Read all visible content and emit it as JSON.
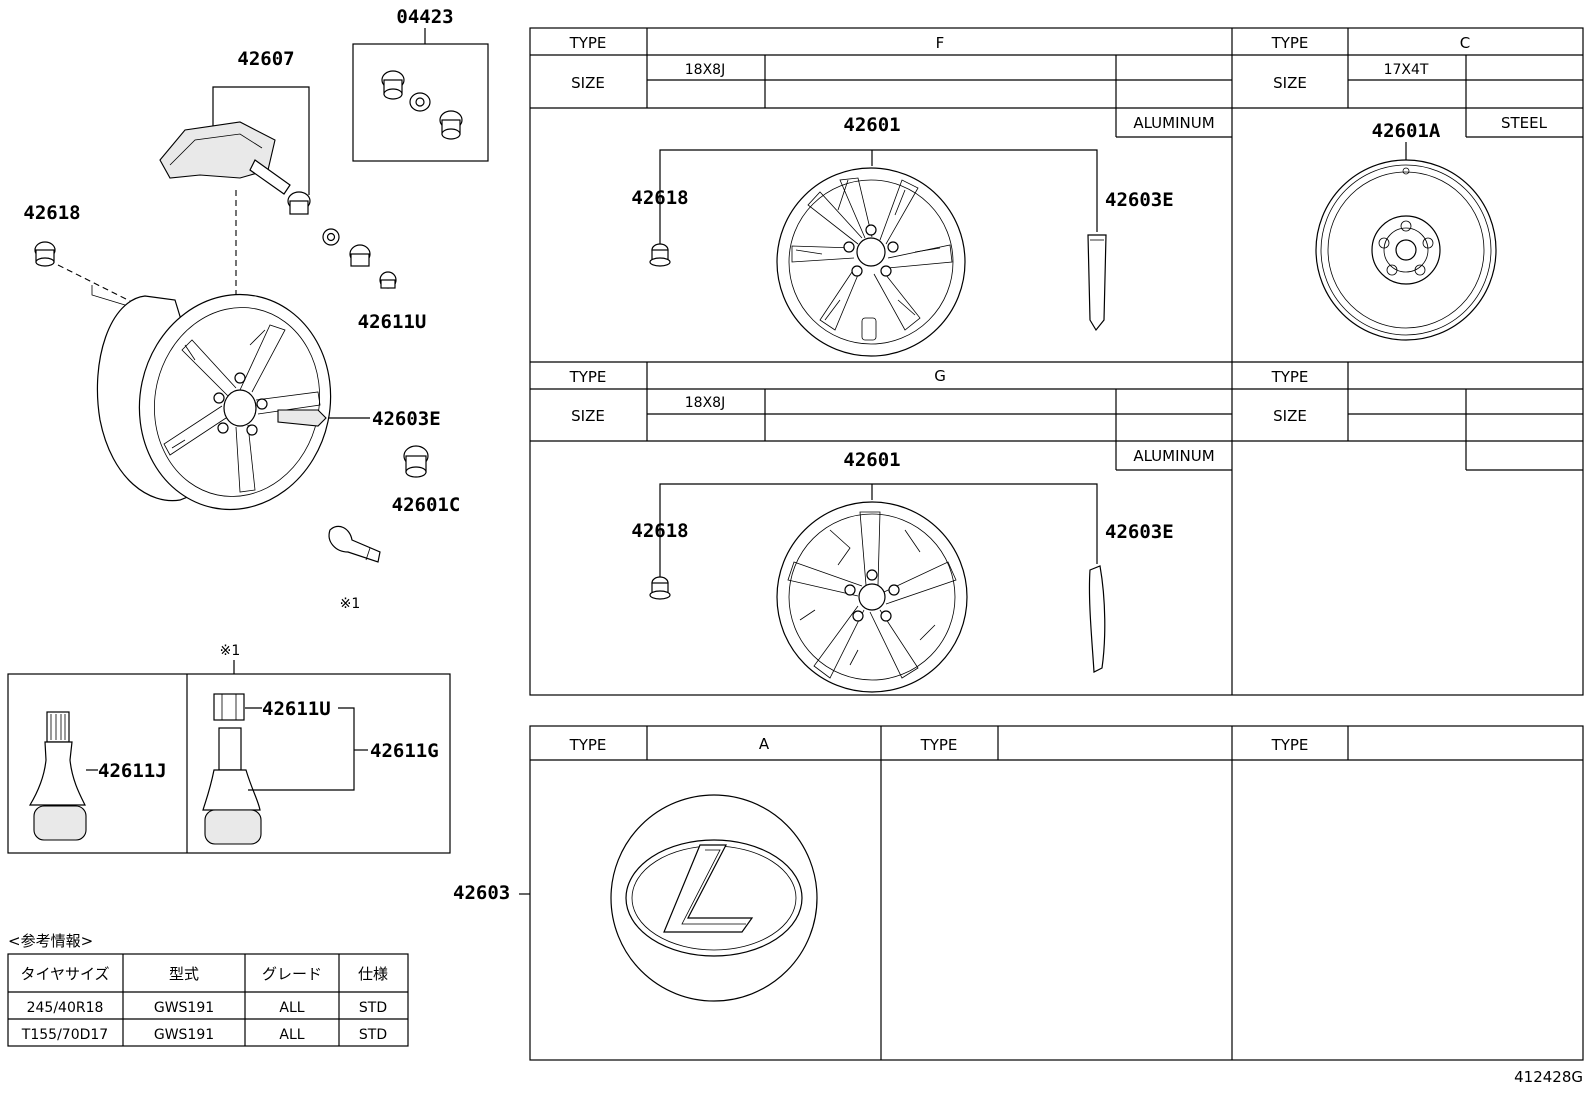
{
  "parts": {
    "p04423": "04423",
    "p42607": "42607",
    "p42618_left": "42618",
    "p42611U_top": "42611U",
    "p42603E_left": "42603E",
    "p42601C": "42601C",
    "note1_valve": "※1",
    "note1_box": "※1",
    "p42611J": "42611J",
    "p42611U_box": "42611U",
    "p42611G": "42611G",
    "p42601_F": "42601",
    "p42618_F": "42618",
    "p42603E_F": "42603E",
    "p42601A": "42601A",
    "p42601_G": "42601",
    "p42618_G": "42618",
    "p42603E_G": "42603E",
    "p42603": "42603"
  },
  "panels": {
    "type_label": "TYPE",
    "size_label": "SIZE",
    "F": {
      "type": "F",
      "size": "18X8J",
      "material": "ALUMINUM"
    },
    "C": {
      "type": "C",
      "size": "17X4T",
      "material": "STEEL"
    },
    "G": {
      "type": "G",
      "size": "18X8J",
      "material": "ALUMINUM"
    },
    "A": {
      "type": "A"
    }
  },
  "reference": {
    "heading": "<参考情報>",
    "headers": [
      "タイヤサイズ",
      "型式",
      "グレード",
      "仕様"
    ],
    "rows": [
      [
        "245/40R18",
        "GWS191",
        "ALL",
        "STD"
      ],
      [
        "T155/70D17",
        "GWS191",
        "ALL",
        "STD"
      ]
    ]
  },
  "drawing_number": "412428G"
}
